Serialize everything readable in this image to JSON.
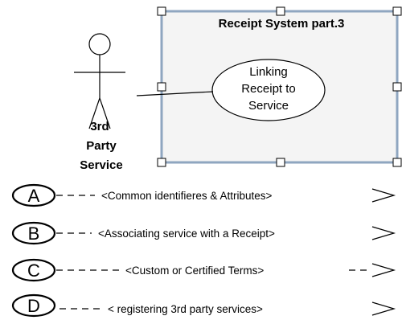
{
  "system_box": {
    "title": "Receipt System part.3"
  },
  "use_case": {
    "lines": [
      "Linking",
      "Receipt to",
      "Service"
    ]
  },
  "actor": {
    "lines": [
      "3rd",
      "Party",
      "Service"
    ]
  },
  "legend": [
    {
      "letter": "A",
      "text": "<Common identifieres & Attributes>"
    },
    {
      "letter": "B",
      "text": "<Associating service with a Receipt>"
    },
    {
      "letter": "C",
      "text": "<Custom or Certified Terms>"
    },
    {
      "letter": "D",
      "text": "< registering 3rd party services>"
    }
  ],
  "colors": {
    "box_fill": "#f4f4f4",
    "box_border": "#8fa6c0",
    "stroke": "#000000"
  }
}
